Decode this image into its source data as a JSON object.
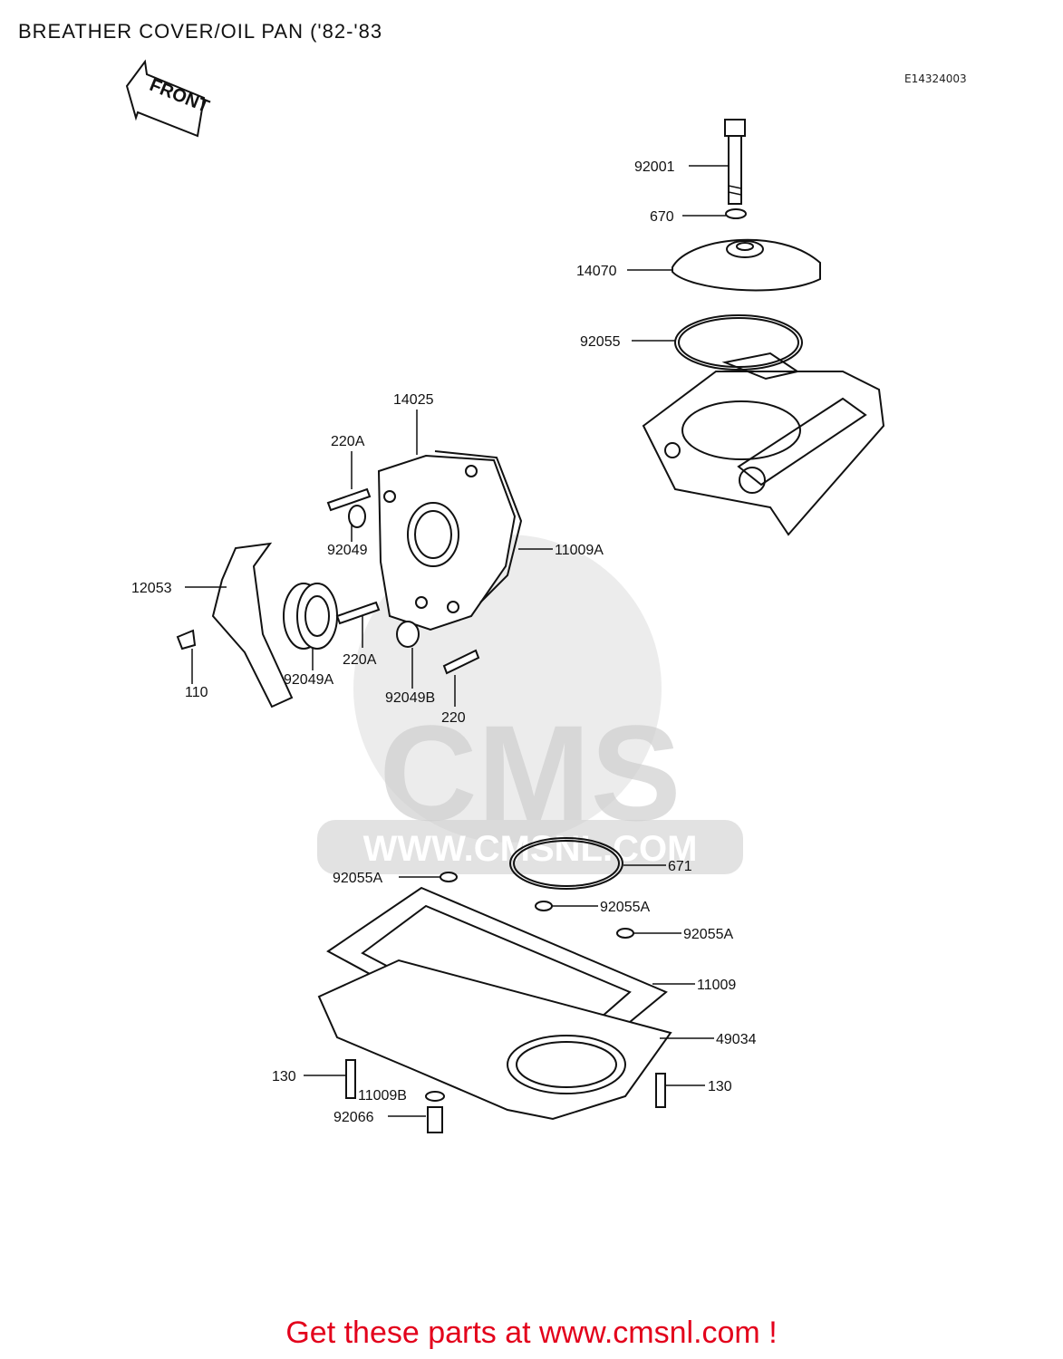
{
  "title": "BREATHER COVER/OIL PAN ('82-'83",
  "reference_code": "E14324003",
  "front_label": "FRONT",
  "watermark": {
    "brand": "CMS",
    "url": "WWW.CMSNL.COM"
  },
  "callouts": [
    {
      "id": "c92001",
      "label": "92001"
    },
    {
      "id": "c670",
      "label": "670"
    },
    {
      "id": "c14070",
      "label": "14070"
    },
    {
      "id": "c92055",
      "label": "92055"
    },
    {
      "id": "c14025",
      "label": "14025"
    },
    {
      "id": "c220A_top",
      "label": "220A"
    },
    {
      "id": "c92049",
      "label": "92049"
    },
    {
      "id": "c11009A",
      "label": "11009A"
    },
    {
      "id": "c12053",
      "label": "12053"
    },
    {
      "id": "c110",
      "label": "110"
    },
    {
      "id": "c92049A",
      "label": "92049A"
    },
    {
      "id": "c220A_bot",
      "label": "220A"
    },
    {
      "id": "c92049B",
      "label": "92049B"
    },
    {
      "id": "c220",
      "label": "220"
    },
    {
      "id": "c671",
      "label": "671"
    },
    {
      "id": "c92055A_1",
      "label": "92055A"
    },
    {
      "id": "c92055A_2",
      "label": "92055A"
    },
    {
      "id": "c92055A_3",
      "label": "92055A"
    },
    {
      "id": "c11009",
      "label": "11009"
    },
    {
      "id": "c49034",
      "label": "49034"
    },
    {
      "id": "c130_left",
      "label": "130"
    },
    {
      "id": "c11009B",
      "label": "11009B"
    },
    {
      "id": "c92066",
      "label": "92066"
    },
    {
      "id": "c130_right",
      "label": "130"
    }
  ],
  "footer": "Get these parts at www.cmsnl.com !"
}
